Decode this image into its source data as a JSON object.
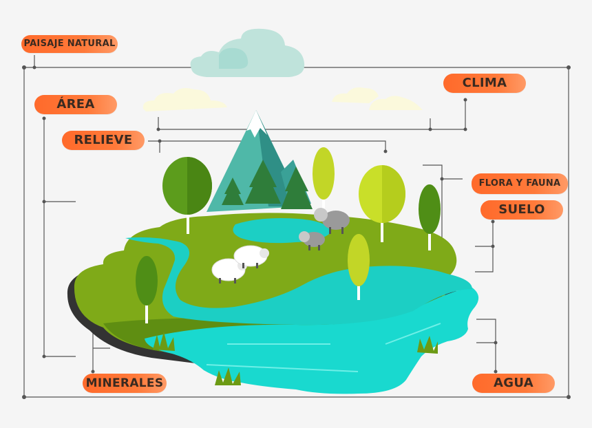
{
  "labels": {
    "paisaje_natural": "PAISAJE NATURAL",
    "clima": "CLIMA",
    "area": "ÁREA",
    "relieve": "RELIEVE",
    "flora_fauna": "FLORA Y FAUNA",
    "suelo": "SUELO",
    "minerales": "MINERALES",
    "agua": "AGUA"
  },
  "colors": {
    "label_bg": "#ff6a2b",
    "label_text": "#3a2a20",
    "water": "#19d9cf",
    "grass": "#7faa18",
    "line": "#555555"
  }
}
